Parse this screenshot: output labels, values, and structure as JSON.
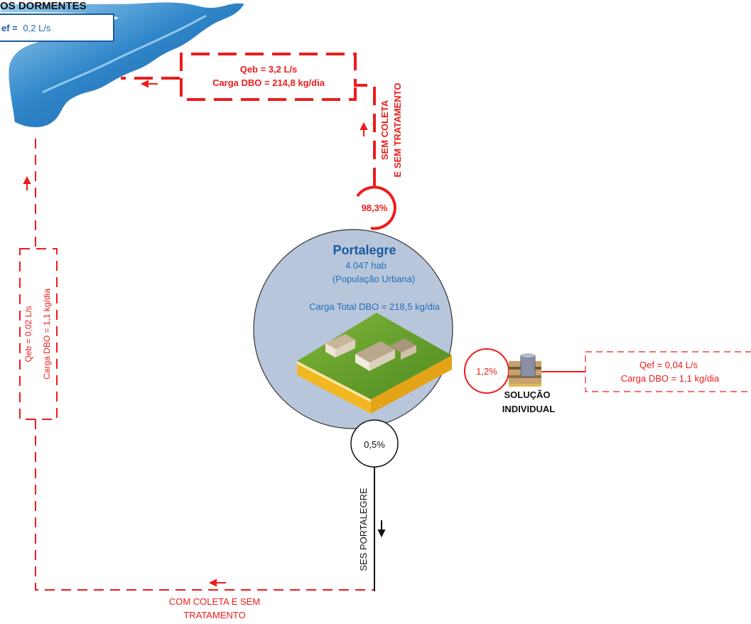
{
  "river": {
    "name": "OS DORMENTES",
    "qef_label": "ef =",
    "qef_value": "0,2 L/s"
  },
  "city": {
    "name": "Portalegre",
    "population": "4.047 hab",
    "population_note": "(População Urbana)",
    "total_load": "Carga Total DBO = 218,5 kg/dia"
  },
  "top_branch": {
    "percent": "98,3%",
    "label_line1": "SEM COLETA",
    "label_line2": "E SEM TRATAMENTO",
    "qeb": "Qeb = 3,2 L/s",
    "carga": "Carga DBO = 214,8 kg/dia"
  },
  "right_branch": {
    "percent": "1,2%",
    "label_line1": "SOLUÇÃO",
    "label_line2": "INDIVIDUAL",
    "qef": "Qef = 0,04 L/s",
    "carga": "Carga DBO = 1,1 kg/dia"
  },
  "bottom_branch": {
    "percent": "0,5%",
    "ses_label": "SES PORTALEGRE",
    "label_line1": "COM COLETA E SEM",
    "label_line2": "TRATAMENTO"
  },
  "left_branch": {
    "qeb": "Qeb = 0,02 L/s",
    "carga": "Carga DBO = 1,1 kg/dia"
  },
  "colors": {
    "red": "#ee1c1c",
    "blue_text": "#1f6fb8",
    "city_fill": "#b8c6dc",
    "river": "#2f86c9"
  }
}
